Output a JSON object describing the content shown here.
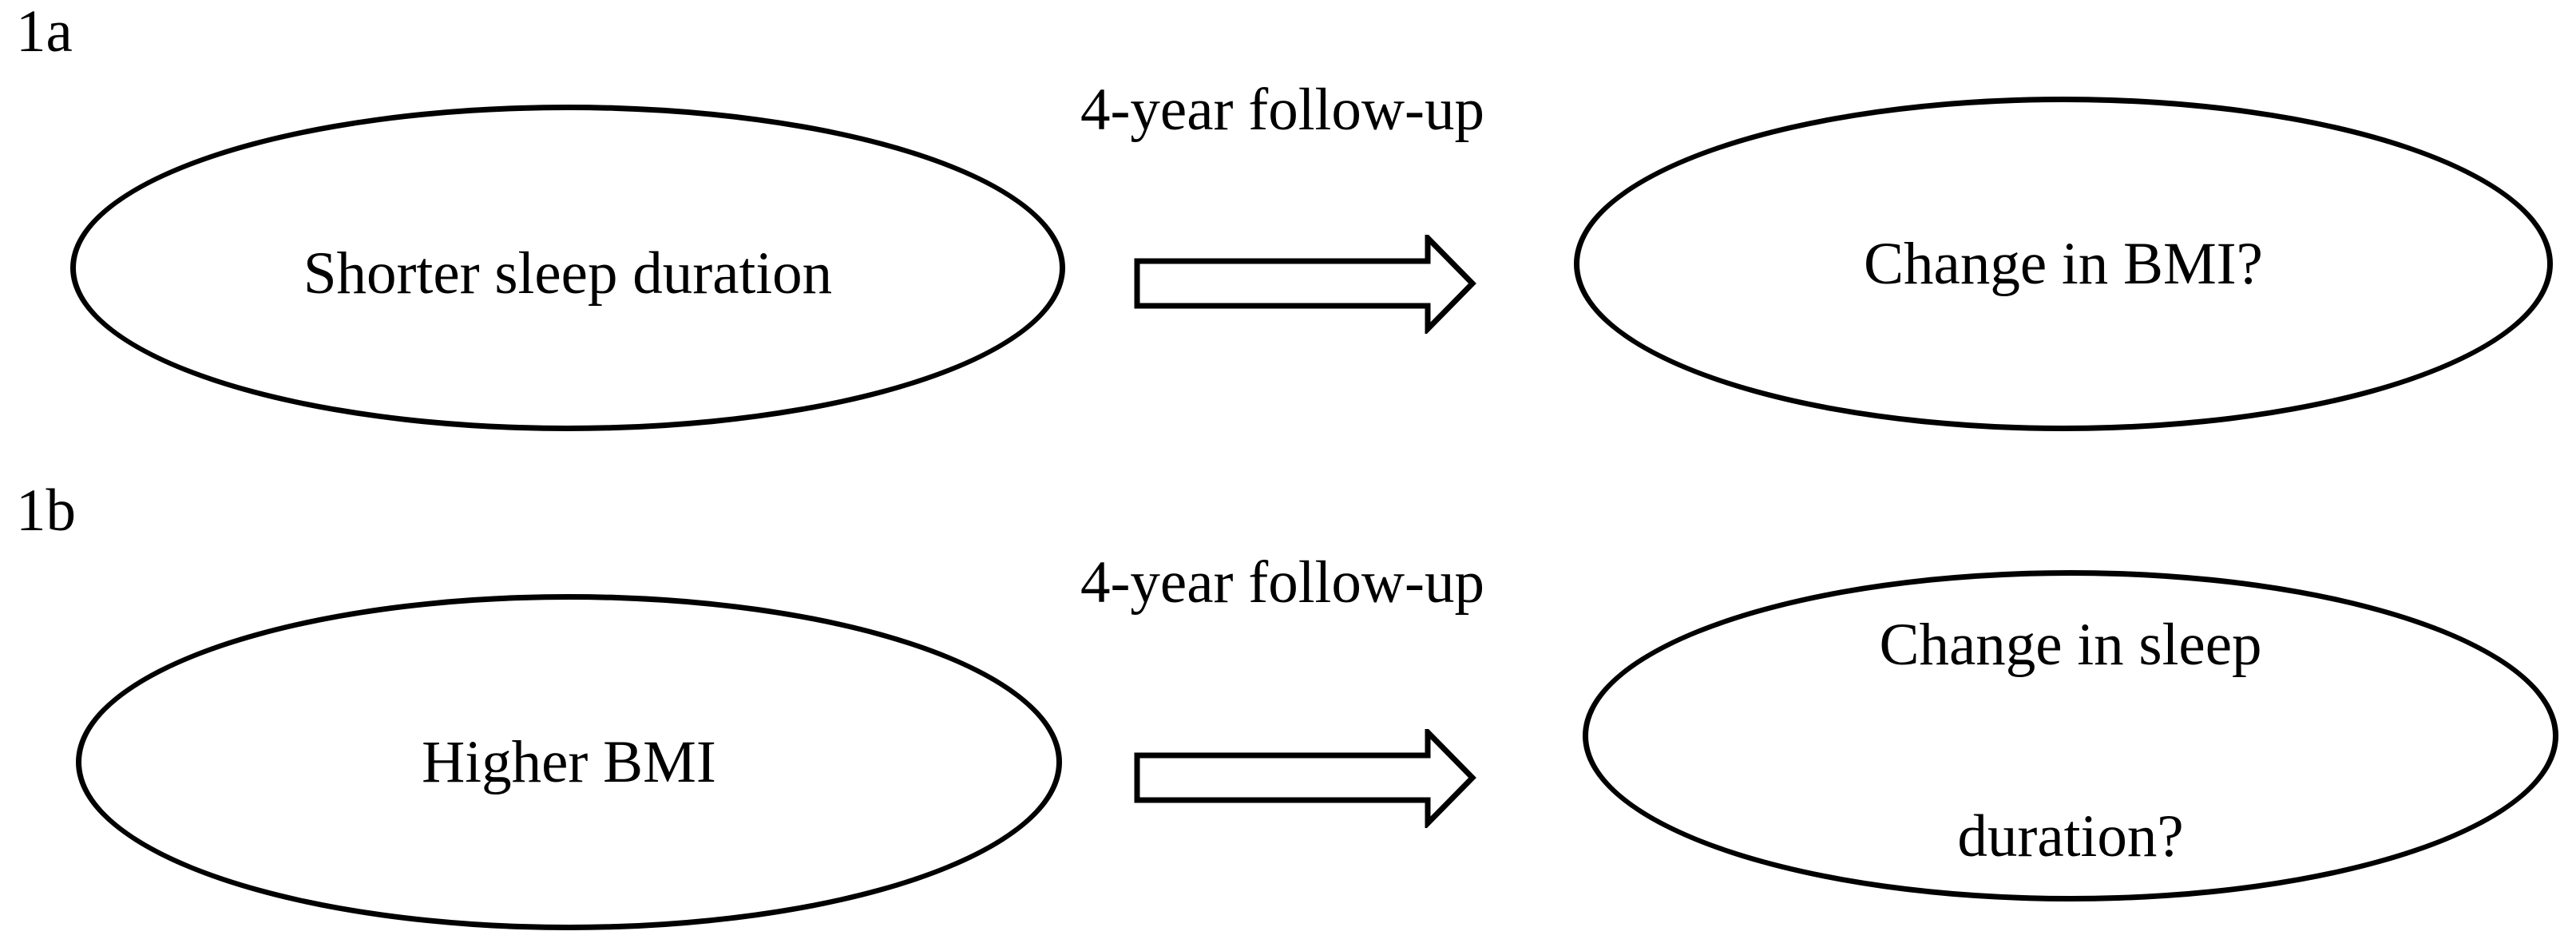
{
  "figure": {
    "background_color": "#ffffff",
    "stroke_color": "#000000",
    "text_color": "#000000",
    "panels": [
      {
        "label": "1a",
        "left_ellipse_text": "Shorter sleep duration",
        "arrow_label": "4-year follow-up",
        "arrow_direction": "right",
        "right_ellipse_text": "Change in BMI?"
      },
      {
        "label": "1b",
        "left_ellipse_text": "Higher BMI",
        "arrow_label": "4-year follow-up",
        "arrow_direction": "right",
        "right_ellipse_line1": "Change in sleep",
        "right_ellipse_line2": "duration?"
      }
    ]
  }
}
